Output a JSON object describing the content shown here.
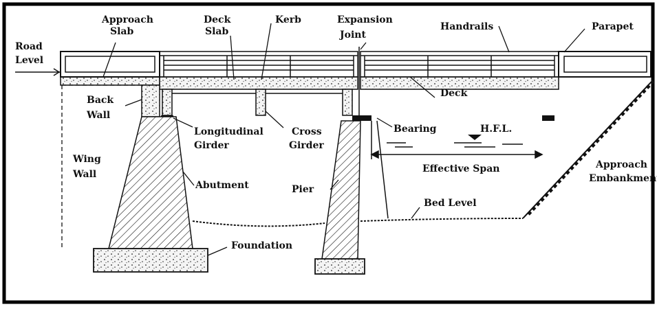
{
  "labels": {
    "approach_slab_1": "Approach",
    "approach_slab_2": "Slab",
    "deck_slab_1": "Deck",
    "deck_slab_2": "Slab",
    "kerb": "Kerb",
    "expansion_joint_1": "Expansion",
    "expansion_joint_2": "Joint",
    "handrails": "Handrails",
    "parapet": "Parapet",
    "road_level_1": "Road",
    "road_level_2": "Level",
    "back_wall_1": "Back",
    "back_wall_2": "Wall",
    "deck": "Deck",
    "longitudinal_girder_1": "Longitudinal",
    "longitudinal_girder_2": "Girder",
    "cross_girder_1": "Cross",
    "cross_girder_2": "Girder",
    "bearing": "Bearing",
    "hfl": "H.F.L.",
    "wing_wall_1": "Wing",
    "wing_wall_2": "Wall",
    "effective_span": "Effective Span",
    "approach_embankment_1": "Approach",
    "approach_embankment_2": "Embankment",
    "abutment": "Abutment",
    "pier": "Pier",
    "bed_level": "Bed Level",
    "foundation": "Foundation"
  },
  "colors": {
    "ink": "#111111",
    "frame": "#000000",
    "background": "#ffffff"
  }
}
